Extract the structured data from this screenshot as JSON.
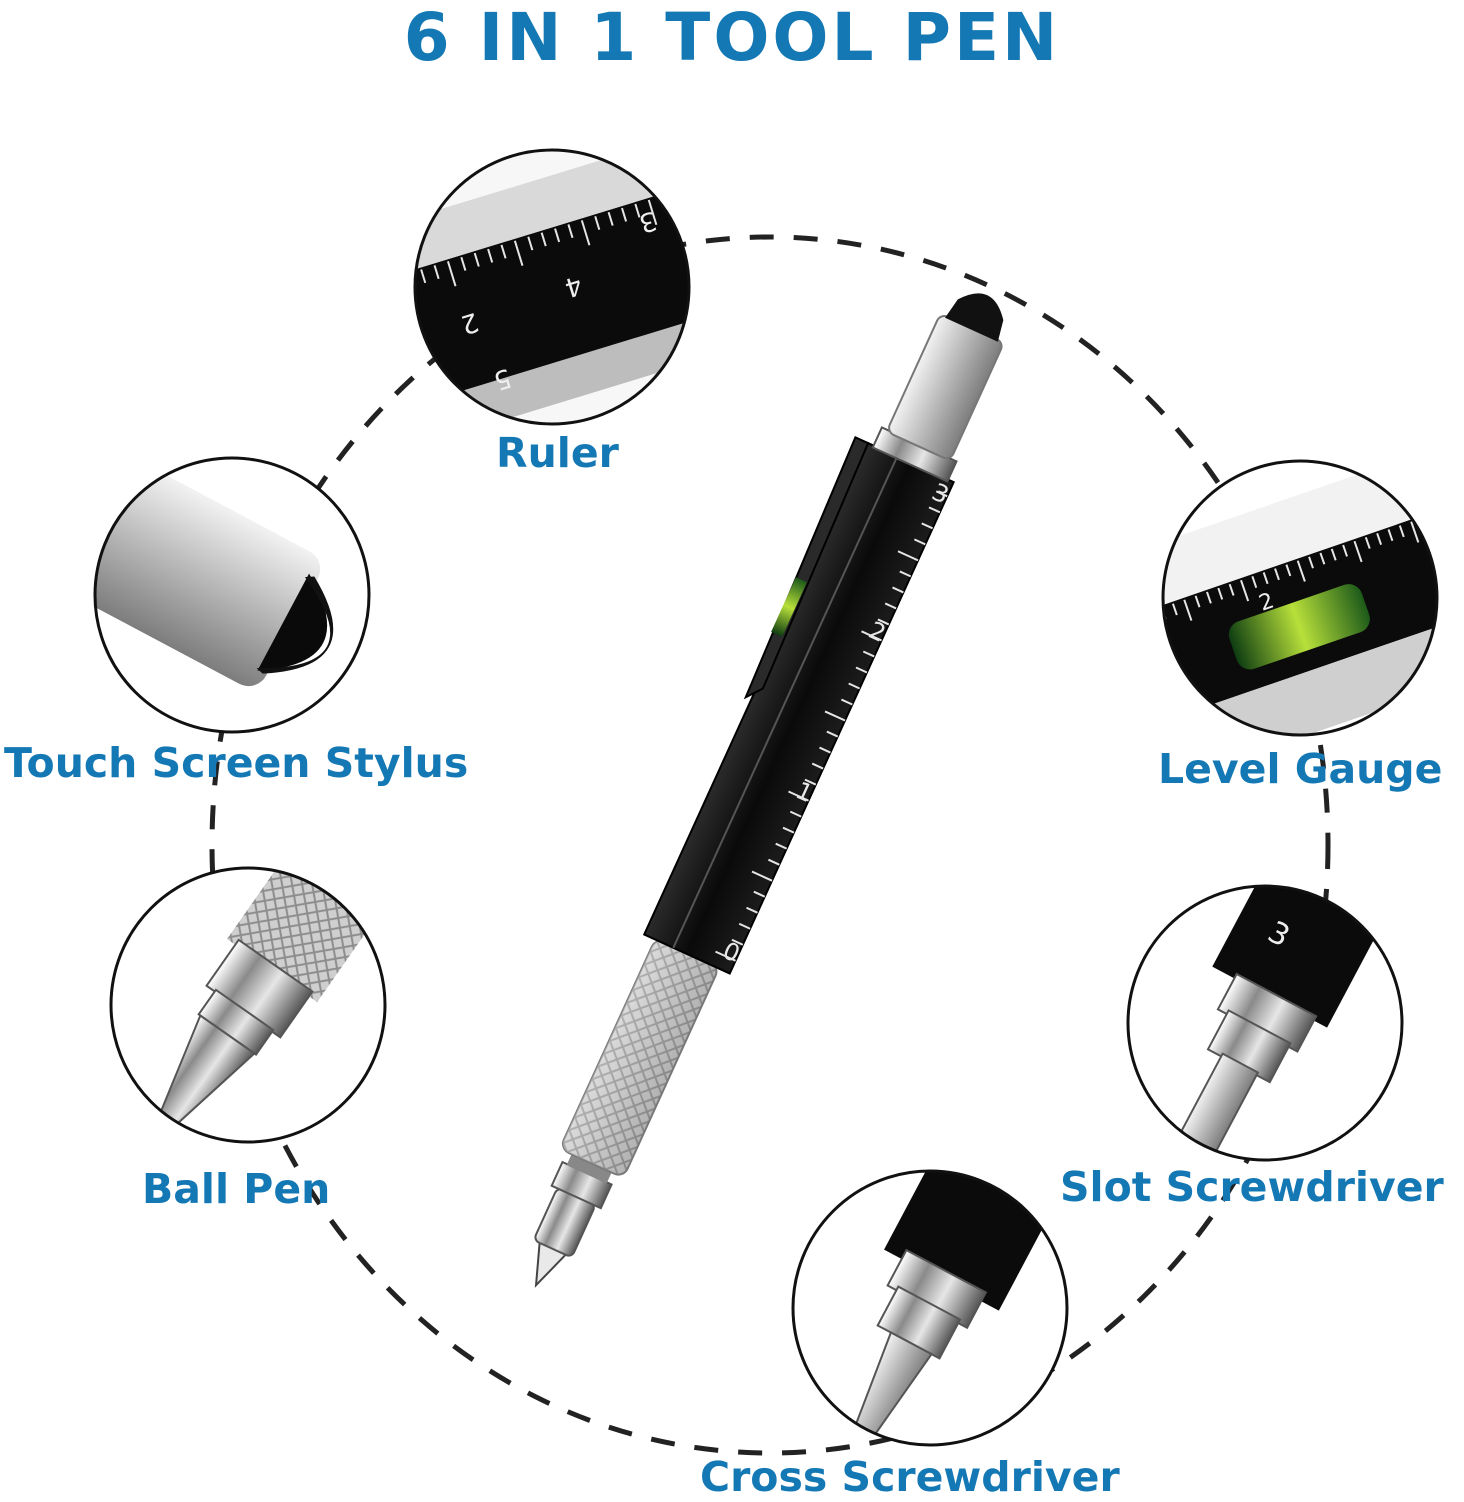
{
  "title": "6 IN 1 TOOL PEN",
  "colors": {
    "accent": "#1478b4",
    "pen_body": "#121212",
    "pen_silver": "#c6c6c6",
    "dashes": "#222222"
  },
  "ruler_numbers": [
    "0",
    "1",
    "2",
    "3"
  ],
  "features": [
    {
      "label": "Ruler",
      "icon": "ruler-icon"
    },
    {
      "label": "Touch Screen Stylus",
      "icon": "stylus-icon"
    },
    {
      "label": "Ball Pen",
      "icon": "ballpoint-icon"
    },
    {
      "label": "Level Gauge",
      "icon": "level-gauge-icon"
    },
    {
      "label": "Slot Screwdriver",
      "icon": "slot-screwdriver-icon"
    },
    {
      "label": "Cross Screwdriver",
      "icon": "cross-screwdriver-icon"
    }
  ],
  "detail_numbers": {
    "ruler": [
      "5",
      "2",
      "4",
      "3"
    ],
    "level": "2",
    "slot": "3"
  }
}
